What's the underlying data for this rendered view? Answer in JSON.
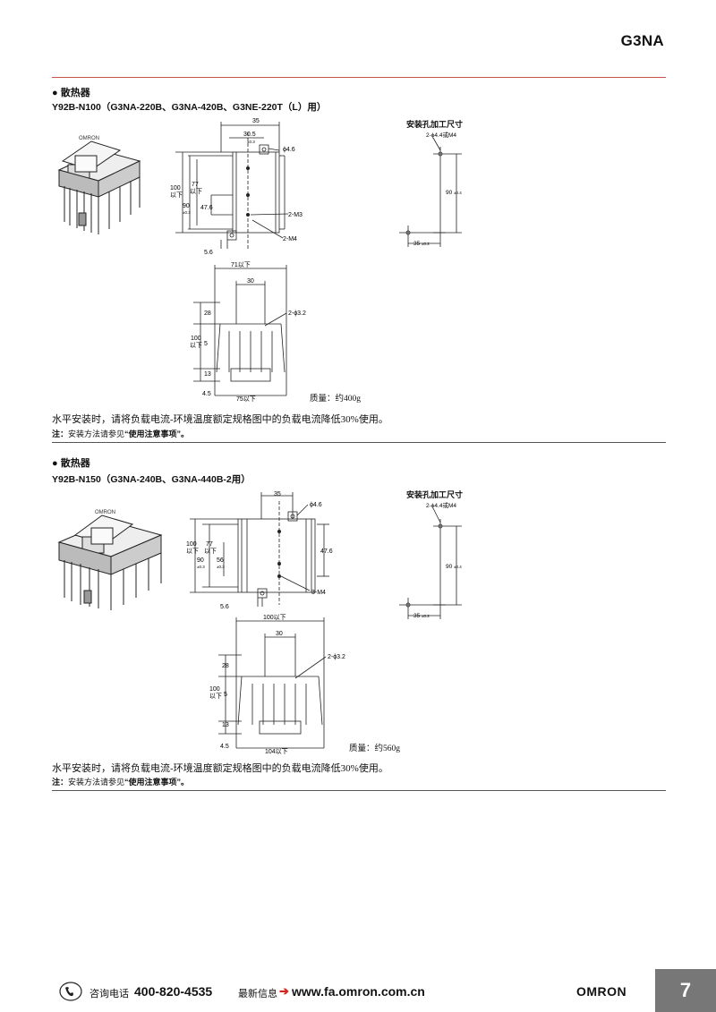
{
  "header": {
    "page_title": "G3NA"
  },
  "sections": [
    {
      "heading": "● 散热器",
      "model": "Y92B-N100（G3NA-220B、G3NA-420B、G3NE-220T（L）用）",
      "mount_title": "安装孔加工尺寸",
      "front": {
        "d35": "35",
        "d30_5": "30.5",
        "tol30_5": "±0.3",
        "phi46": "ϕ4.6",
        "d100": "100",
        "d100b": "以下",
        "d77": "77",
        "d77b": "以下",
        "d90": "90",
        "tol90": "±0.3",
        "d47_6": "47.6",
        "m3": "2-M3",
        "m4": "2-M4",
        "d5_6": "5.6"
      },
      "mount": {
        "holes": "2-ϕ4.4或M4",
        "d90": "90",
        "tol90": "±0.4",
        "d35": "35",
        "tol35": "±0.2"
      },
      "side": {
        "width_top": "71以下",
        "d30": "30",
        "phi32": "2-ϕ3.2",
        "d28": "28",
        "d100": "100",
        "d100b": "以下",
        "d5": "5",
        "d13": "13",
        "d4_5": "4.5",
        "width_bottom": "75以下"
      },
      "mass": "质量：约400g",
      "notice": "水平安装时，请将负载电流-环境温度额定规格图中的负载电流降低30%使用。",
      "note_label": "注：",
      "note_text": "安装方法请参见",
      "note_bold": "“使用注意事项”。"
    },
    {
      "heading": "● 散热器",
      "model": "Y92B-N150（G3NA-240B、G3NA-440B-2用）",
      "mount_title": "安装孔加工尺寸",
      "front": {
        "d35": "35",
        "phi46": "ϕ4.6",
        "d100": "100",
        "d100b": "以下",
        "d77": "77",
        "d77b": "以下",
        "d90": "90",
        "tol90": "±0.3",
        "d56": "56",
        "tol56": "±0.3",
        "d47_6": "47.6",
        "m3": "3-M4",
        "d5_6": "5.6"
      },
      "mount": {
        "holes": "2-ϕ4.4或M4",
        "d90": "90",
        "tol90": "±0.4",
        "d35": "35",
        "tol35": "±0.2"
      },
      "side": {
        "width_top": "100以下",
        "d30": "30",
        "phi32": "2-ϕ3.2",
        "d28": "28",
        "d100": "100",
        "d100b": "以下",
        "d5": "5",
        "d13": "13",
        "d4_5": "4.5",
        "width_bottom": "104以下"
      },
      "mass": "质量：约560g",
      "notice": "水平安装时，请将负载电流-环境温度额定规格图中的负载电流降低30%使用。",
      "note_label": "注：",
      "note_text": "安装方法请参见",
      "note_bold": "“使用注意事项”。"
    }
  ],
  "footer": {
    "phone_label": "咨询电话",
    "phone": "400-820-4535",
    "info_label": "最新信息",
    "arrow": "➔",
    "url": "www.fa.omron.com.cn",
    "brand": "OMRON",
    "page_number": "7"
  },
  "colors": {
    "accent_rule": "#c8554a",
    "page_box": "#777777"
  }
}
